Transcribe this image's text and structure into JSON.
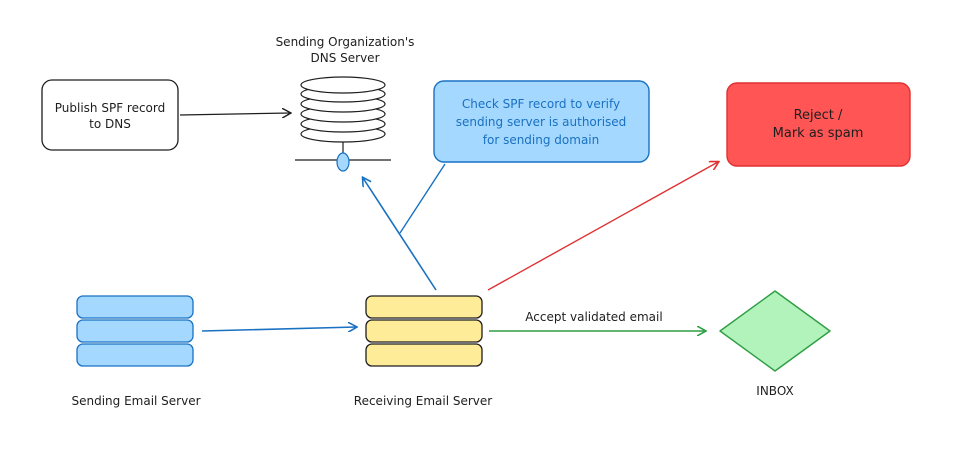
{
  "diagram": {
    "publish_box": {
      "line1": "Publish SPF record",
      "line2": "to DNS"
    },
    "dns_server": {
      "line1": "Sending Organization's",
      "line2": "DNS Server"
    },
    "check_box": {
      "line1": "Check SPF record to verify",
      "line2": "sending server is authorised",
      "line3": "for sending domain"
    },
    "reject_box": {
      "line1": "Reject /",
      "line2": "Mark as spam"
    },
    "sending_server": {
      "label": "Sending Email Server"
    },
    "receiving_server": {
      "label": "Receiving Email Server"
    },
    "accept_arrow": {
      "label": "Accept validated email"
    },
    "inbox": {
      "label": "INBOX"
    }
  },
  "colors": {
    "stroke": "#1e1e1e",
    "blue_arrow": "#1971c2",
    "red_arrow": "#e03131",
    "green_arrow": "#2f9e44",
    "blue_fill": "#a5d8ff",
    "yellow_fill": "#ffec99",
    "red_fill": "#ff5555",
    "green_fill": "#b2f2bb"
  }
}
